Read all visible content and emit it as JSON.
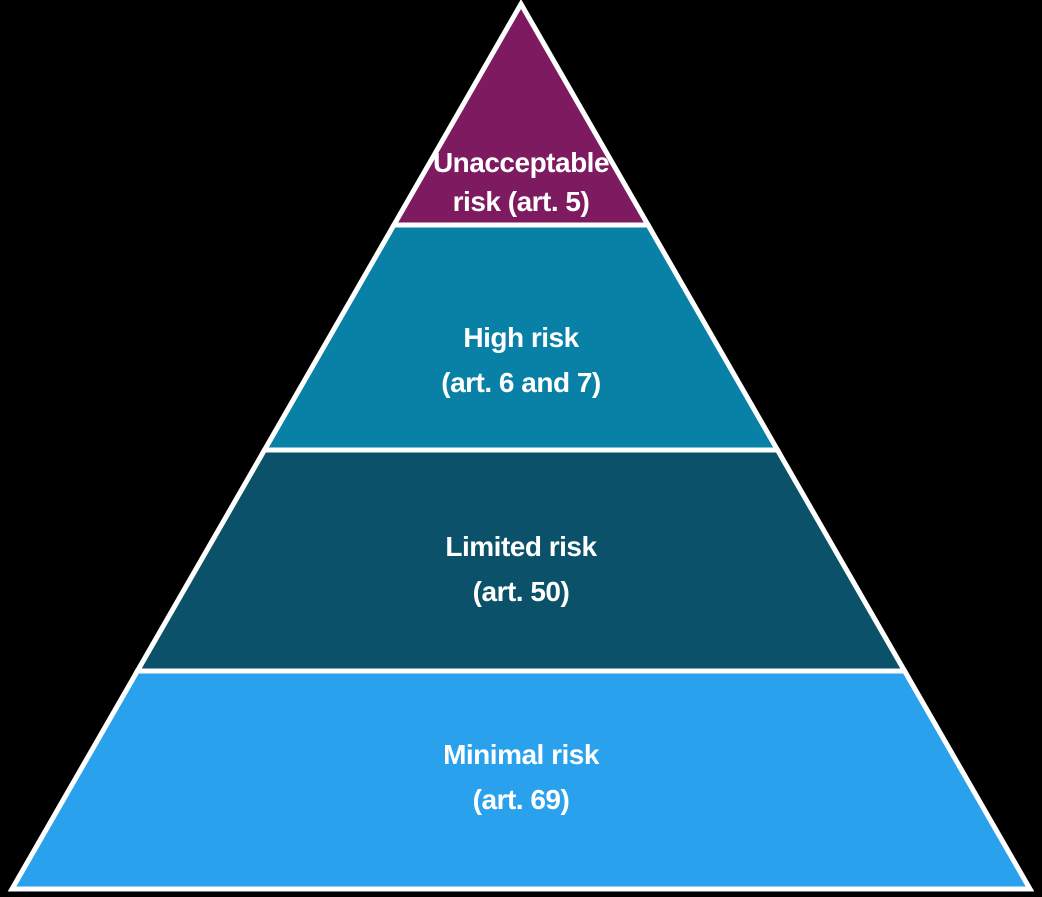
{
  "colors": {
    "background": "#000000",
    "outline": "#FFFFFF",
    "text": "#FFFFFF"
  },
  "pyramid": {
    "description": "AI Act risk-level pyramid",
    "levels": [
      {
        "id": "unacceptable-risk",
        "rank": 1,
        "lines": [
          "Unacceptable",
          "risk (art. 5)"
        ],
        "color": "#7E1B60"
      },
      {
        "id": "high-risk",
        "rank": 2,
        "lines": [
          "High risk",
          "(art. 6 and 7)"
        ],
        "color": "#0980A5"
      },
      {
        "id": "limited-risk",
        "rank": 3,
        "lines": [
          "Limited risk",
          "(art. 50)"
        ],
        "color": "#0A5169"
      },
      {
        "id": "minimal-risk",
        "rank": 4,
        "lines": [
          "Minimal risk",
          "(art. 69)"
        ],
        "color": "#2AA1EC"
      }
    ]
  }
}
